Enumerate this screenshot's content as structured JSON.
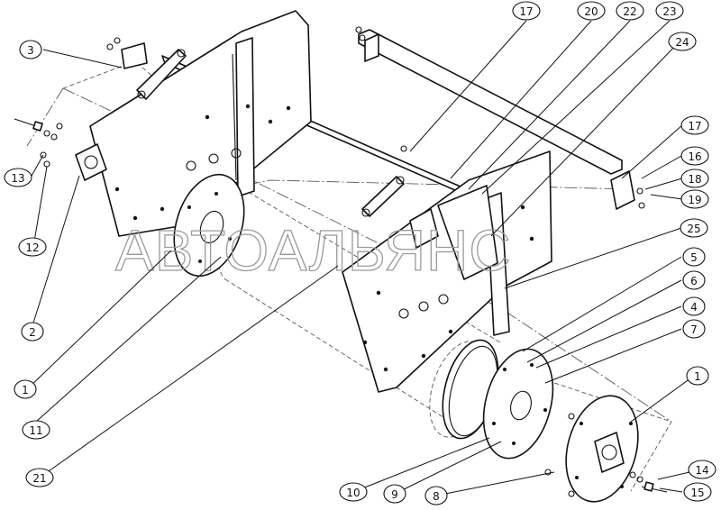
{
  "watermark": "АВТОАЛЬЯНС",
  "callouts": [
    {
      "label": "17",
      "name": "callout-17-top"
    },
    {
      "label": "20",
      "name": "callout-20"
    },
    {
      "label": "22",
      "name": "callout-22"
    },
    {
      "label": "23",
      "name": "callout-23"
    },
    {
      "label": "24",
      "name": "callout-24"
    },
    {
      "label": "3",
      "name": "callout-3"
    },
    {
      "label": "17",
      "name": "callout-17-right"
    },
    {
      "label": "16",
      "name": "callout-16"
    },
    {
      "label": "18",
      "name": "callout-18"
    },
    {
      "label": "19",
      "name": "callout-19"
    },
    {
      "label": "13",
      "name": "callout-13"
    },
    {
      "label": "12",
      "name": "callout-12"
    },
    {
      "label": "25",
      "name": "callout-25"
    },
    {
      "label": "5",
      "name": "callout-5"
    },
    {
      "label": "6",
      "name": "callout-6"
    },
    {
      "label": "4",
      "name": "callout-4"
    },
    {
      "label": "7",
      "name": "callout-7"
    },
    {
      "label": "2",
      "name": "callout-2"
    },
    {
      "label": "1",
      "name": "callout-1-left"
    },
    {
      "label": "1",
      "name": "callout-1-right"
    },
    {
      "label": "11",
      "name": "callout-11"
    },
    {
      "label": "21",
      "name": "callout-21"
    },
    {
      "label": "10",
      "name": "callout-10"
    },
    {
      "label": "9",
      "name": "callout-9"
    },
    {
      "label": "8",
      "name": "callout-8"
    },
    {
      "label": "14",
      "name": "callout-14"
    },
    {
      "label": "15",
      "name": "callout-15"
    }
  ]
}
